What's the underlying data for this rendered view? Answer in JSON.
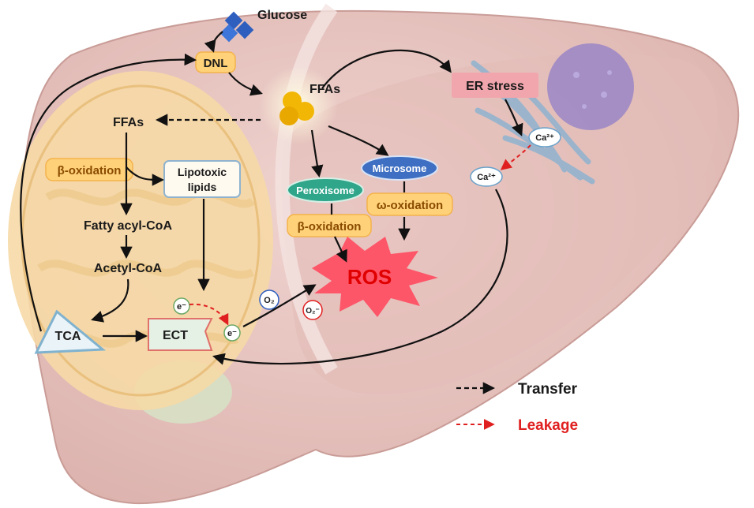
{
  "labels": {
    "glucose": "Glucose",
    "dnl": "DNL",
    "ffas_center": "FFAs",
    "ffas_mito": "FFAs",
    "beta_oxidation_mito": "β-oxidation",
    "lipotoxic_line1": "Lipotoxic",
    "lipotoxic_line2": "lipids",
    "fatty_acyl_coa": "Fatty acyl-CoA",
    "acetyl_coa": "Acetyl-CoA",
    "tca": "TCA",
    "ect": "ECT",
    "electron": "e⁻",
    "o2": "O₂",
    "superoxide": "O₂⁻",
    "peroxisome": "Peroxisome",
    "microsome": "Microsome",
    "beta_oxidation_perox": "β-oxidation",
    "omega_oxidation": "ω-oxidation",
    "ros": "ROS",
    "er_stress": "ER stress",
    "ca_er": "Ca²⁺",
    "ca_cyto": "Ca²⁺"
  },
  "legend": {
    "transfer": "Transfer",
    "leakage": "Leakage"
  },
  "colors": {
    "liver": "#e9c9c5",
    "mitochondrion": "#f6d9a6",
    "pill": "#ffd27a",
    "ros_burst": "#ff4a5e",
    "ros_text": "#e00000",
    "leakage": "#e02020",
    "er_stress_box": "#f1a6ad",
    "peroxisome": "#2fa58a",
    "microsome": "#3f6fc2",
    "nucleus": "#9a86c6",
    "glucose": "#2e5fbf"
  }
}
